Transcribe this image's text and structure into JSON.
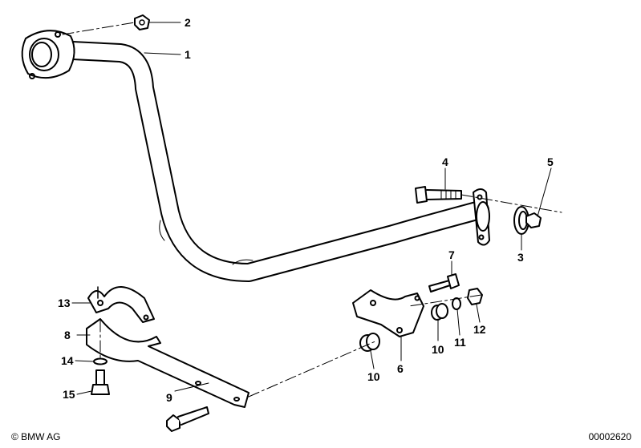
{
  "callouts": [
    "1",
    "2",
    "3",
    "4",
    "5",
    "6",
    "7",
    "8",
    "9",
    "10",
    "10",
    "11",
    "12",
    "13",
    "14",
    "15"
  ],
  "footer": {
    "copyright": "© BMW AG",
    "diagram_number": "00002620"
  }
}
